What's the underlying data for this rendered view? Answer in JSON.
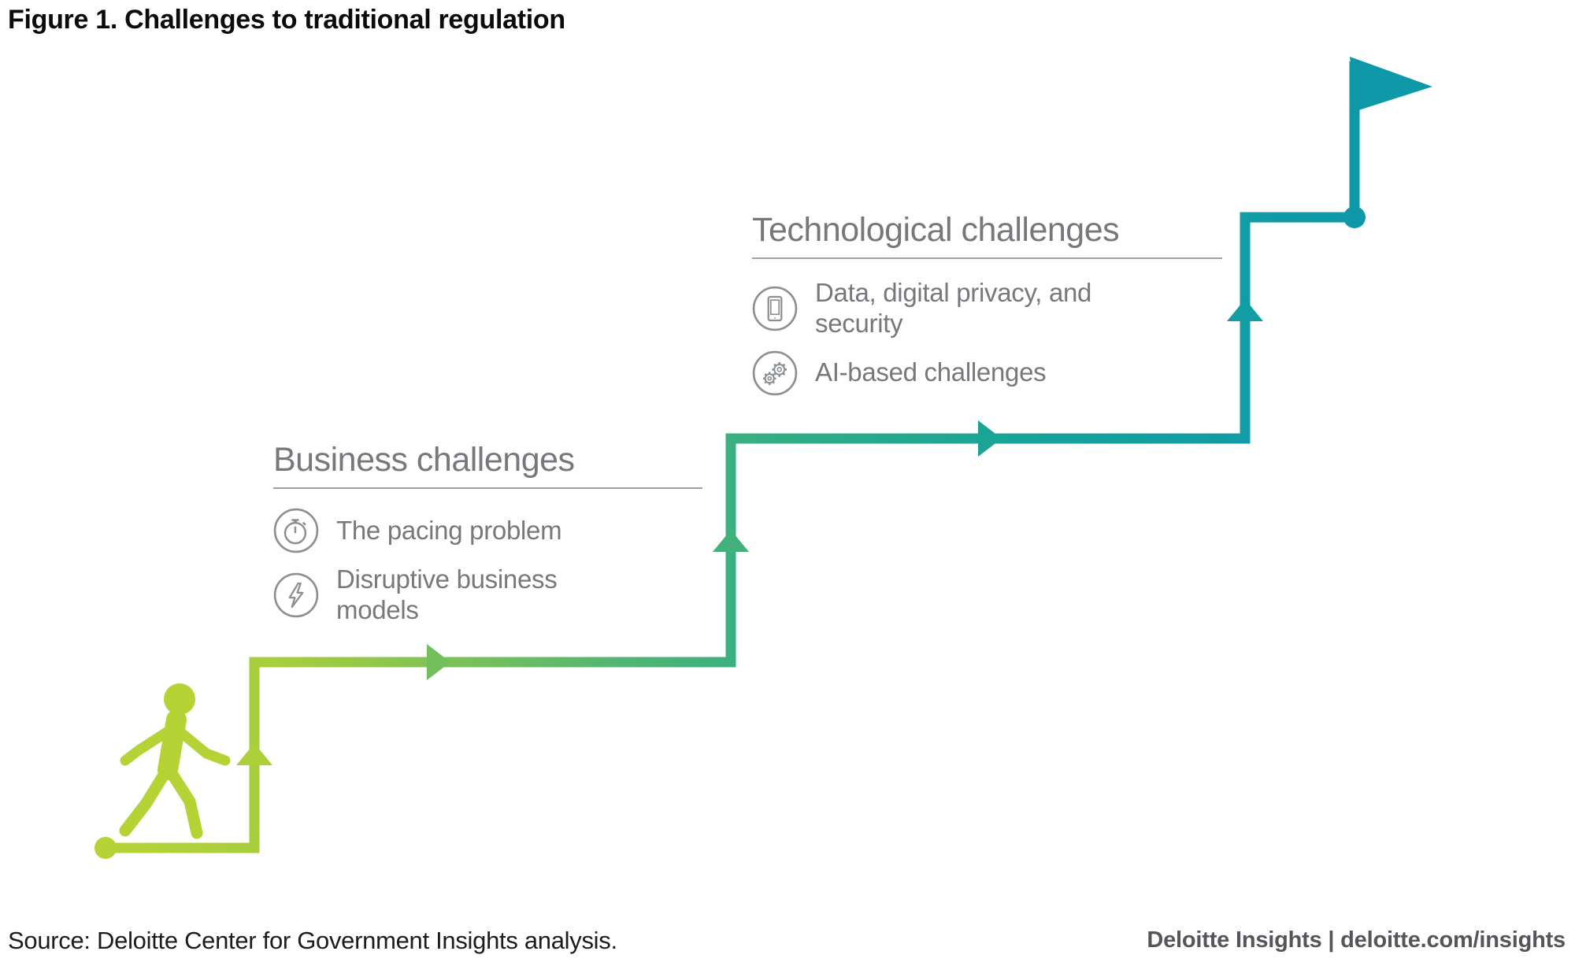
{
  "figure": {
    "title": "Figure 1. Challenges to traditional regulation",
    "source": "Source: Deloitte Center for Government Insights analysis.",
    "footer": "Deloitte Insights | deloitte.com/insights"
  },
  "sections": [
    {
      "title": "Business challenges",
      "items": [
        {
          "icon": "stopwatch-icon",
          "label": "The pacing problem"
        },
        {
          "icon": "lightning-icon",
          "label": "Disruptive business models"
        }
      ]
    },
    {
      "title": "Technological challenges",
      "items": [
        {
          "icon": "smartphone-icon",
          "label": "Data, digital privacy, and security"
        },
        {
          "icon": "gears-icon",
          "label": "AI-based challenges"
        }
      ]
    }
  ],
  "path": {
    "description": "staircase path from walking person to goal flag",
    "steps": [
      "start-dot",
      "step-1-up",
      "step-2-right",
      "step-2-up",
      "step-3-right",
      "step-3-up",
      "goal-dot",
      "goal-flag"
    ]
  },
  "colors": {
    "lime_start": "#b6d335",
    "green_mid": "#4fb573",
    "teal_end": "#0f98a8",
    "text_gray": "#76787b",
    "icon_gray": "#8d9093",
    "underline_gray": "#9ea0a3",
    "footer_gray": "#54565a",
    "title_black": "#0b0b0b"
  }
}
